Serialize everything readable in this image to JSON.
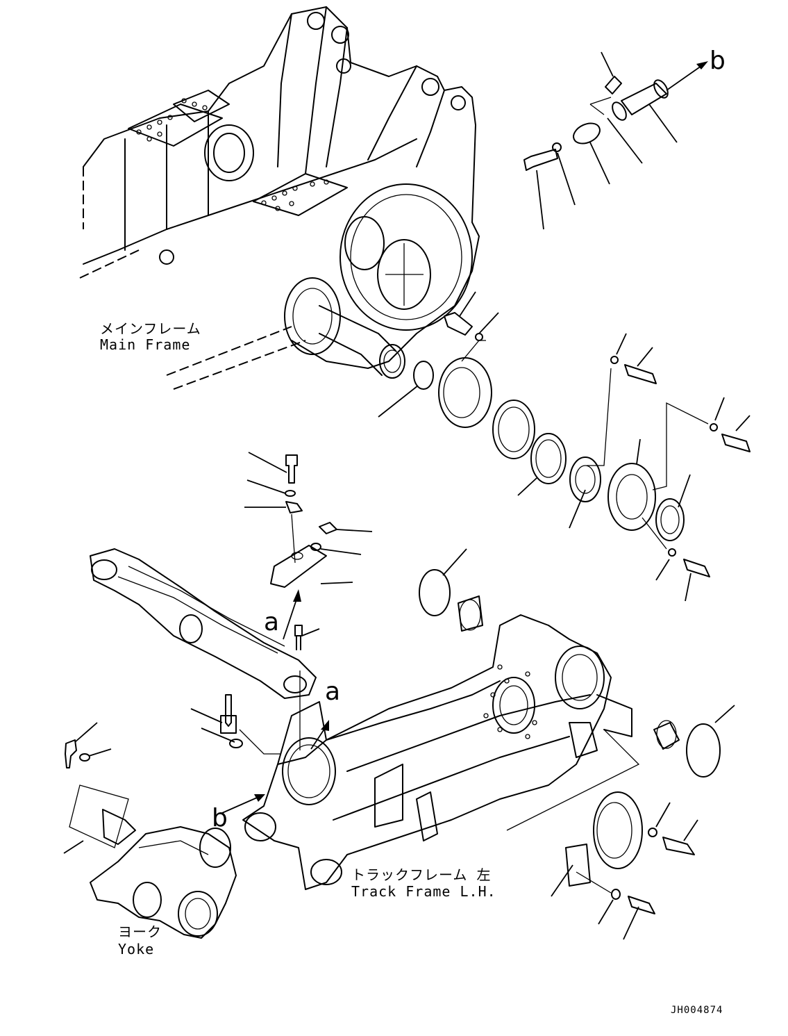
{
  "labels": {
    "main_frame": {
      "jp": "メインフレーム",
      "en": "Main Frame"
    },
    "track_frame": {
      "jp": "トラックフレーム 左",
      "en": "Track Frame L.H."
    },
    "yoke": {
      "jp": "ヨーク",
      "en": "Yoke"
    }
  },
  "refs": {
    "a1": "a",
    "a2": "a",
    "b1": "b",
    "b2": "b"
  },
  "drawing_code": "JH004874"
}
